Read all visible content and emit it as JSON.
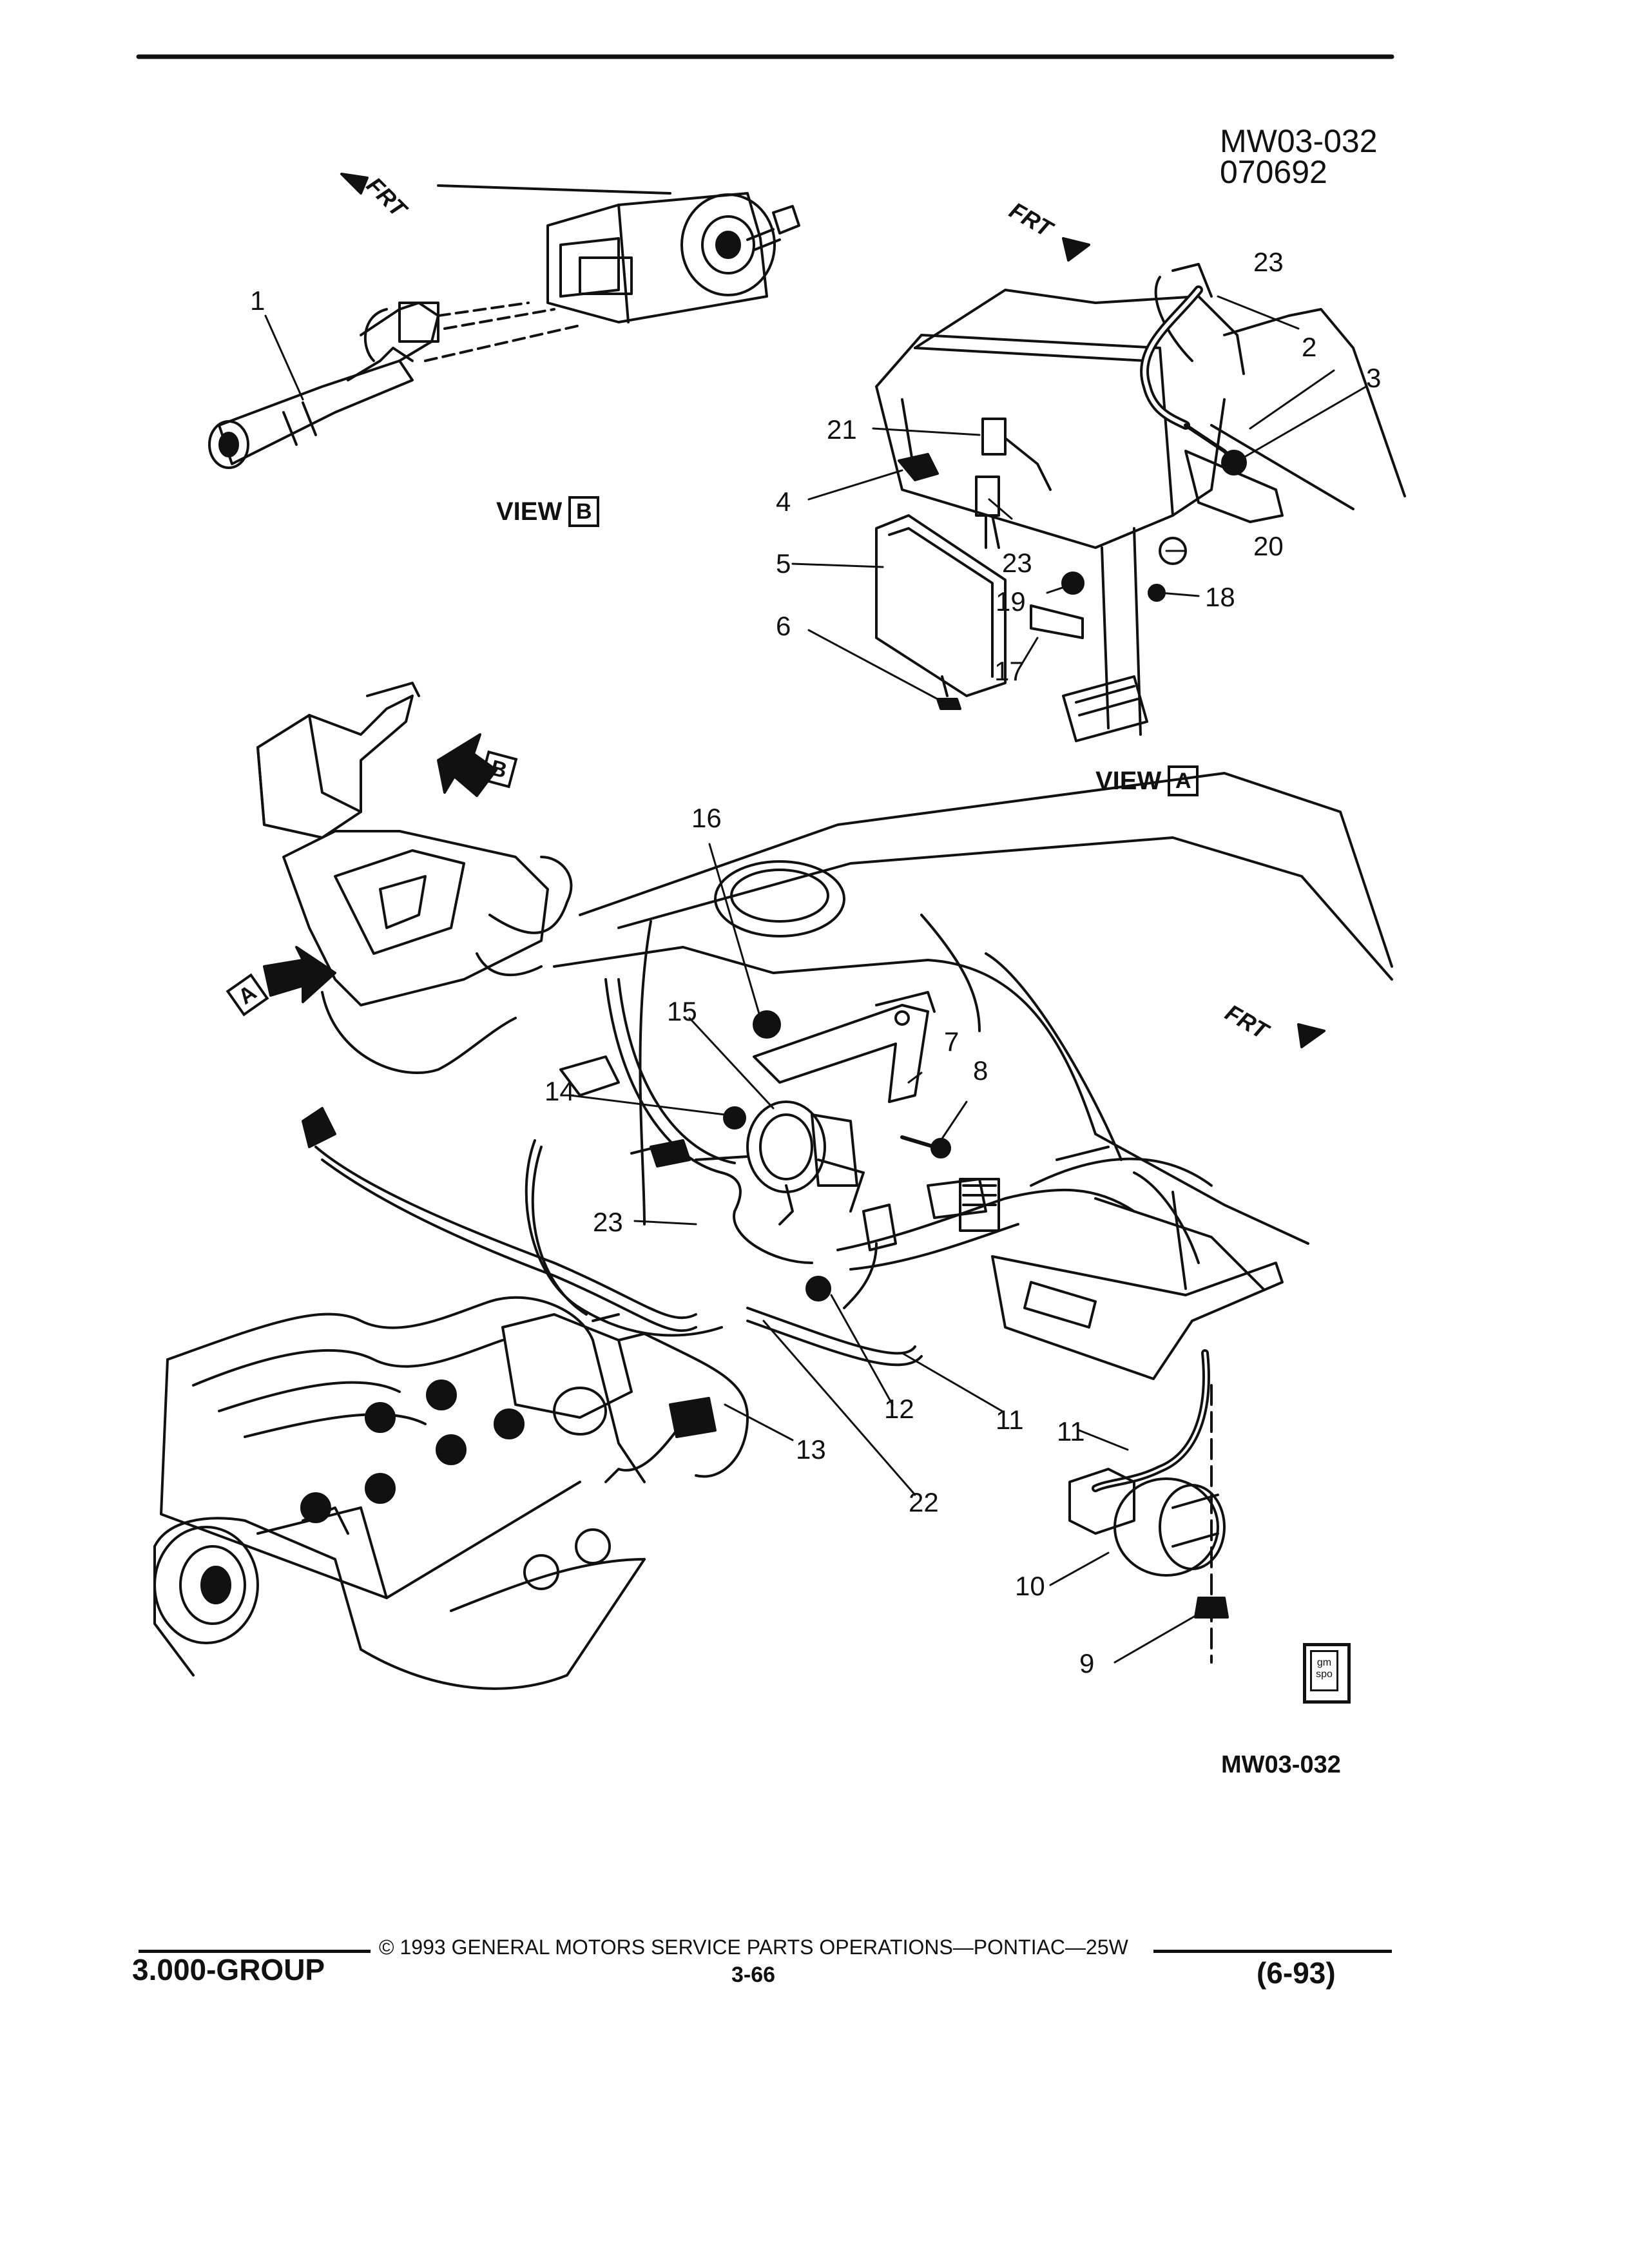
{
  "header": {
    "figure_id": "MW03-032",
    "figure_date": "070692"
  },
  "orientation": {
    "frt_label": "FRT"
  },
  "views": {
    "view_a": {
      "word": "VIEW",
      "letter": "A"
    },
    "view_b": {
      "word": "VIEW",
      "letter": "B"
    },
    "marker_a": "A",
    "marker_b": "B"
  },
  "callouts": [
    {
      "id": "1",
      "label": "1"
    },
    {
      "id": "2",
      "label": "2"
    },
    {
      "id": "3",
      "label": "3"
    },
    {
      "id": "4",
      "label": "4"
    },
    {
      "id": "5",
      "label": "5"
    },
    {
      "id": "6",
      "label": "6"
    },
    {
      "id": "7",
      "label": "7"
    },
    {
      "id": "8",
      "label": "8"
    },
    {
      "id": "9",
      "label": "9"
    },
    {
      "id": "10",
      "label": "10"
    },
    {
      "id": "11a",
      "label": "11"
    },
    {
      "id": "11b",
      "label": "11"
    },
    {
      "id": "12",
      "label": "12"
    },
    {
      "id": "13",
      "label": "13"
    },
    {
      "id": "14",
      "label": "14"
    },
    {
      "id": "15",
      "label": "15"
    },
    {
      "id": "16",
      "label": "16"
    },
    {
      "id": "17",
      "label": "17"
    },
    {
      "id": "18",
      "label": "18"
    },
    {
      "id": "19",
      "label": "19"
    },
    {
      "id": "20",
      "label": "20"
    },
    {
      "id": "21",
      "label": "21"
    },
    {
      "id": "22",
      "label": "22"
    },
    {
      "id": "23a",
      "label": "23"
    },
    {
      "id": "23b",
      "label": "23"
    },
    {
      "id": "23c",
      "label": "23"
    }
  ],
  "figure_ref_bottom": "MW03-032",
  "logo_text": "gm spo",
  "footer": {
    "group": "3.000-GROUP",
    "copyright": "© 1993 GENERAL MOTORS SERVICE PARTS OPERATIONS—PONTIAC—25W",
    "page": "3-66",
    "date": "(6-93)"
  }
}
